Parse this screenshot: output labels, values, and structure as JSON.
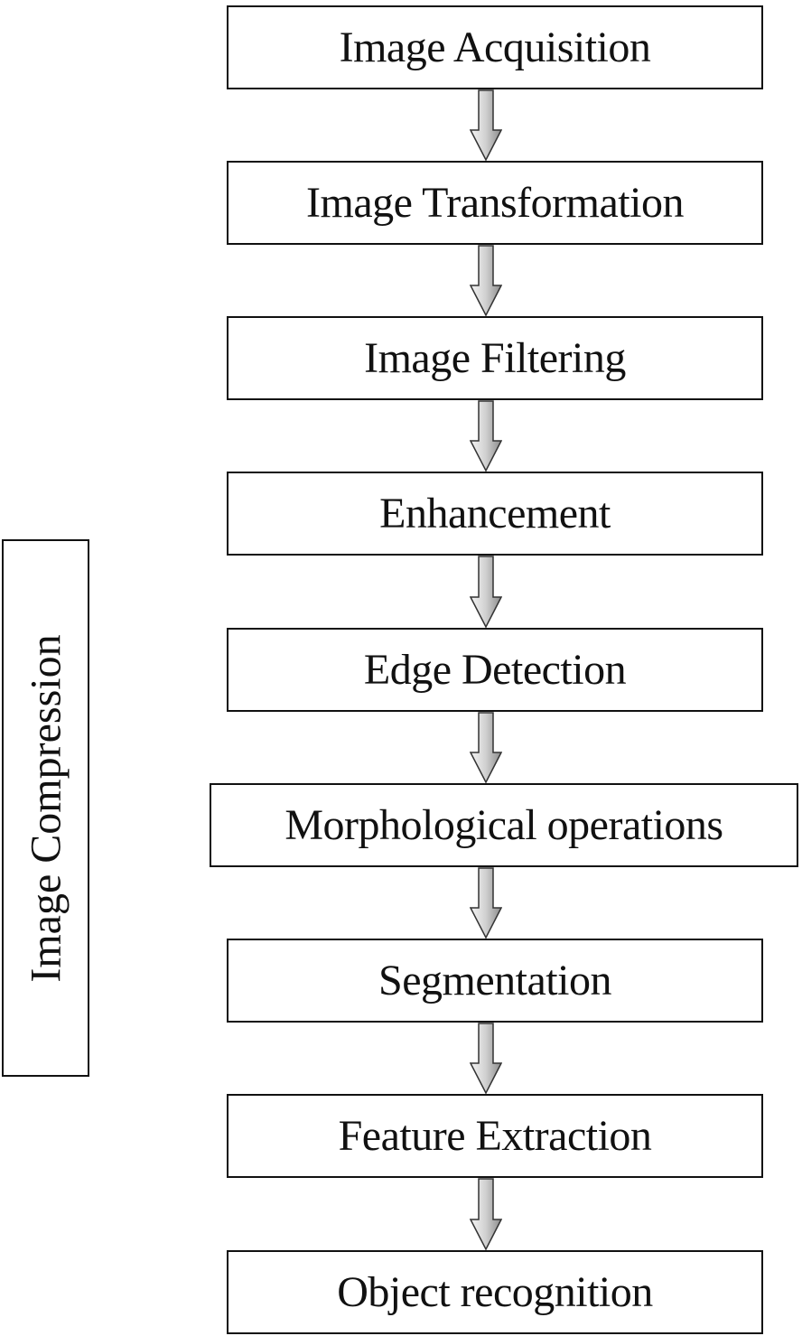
{
  "side_label": "Image Compression",
  "steps": [
    {
      "label": "Image Acquisition"
    },
    {
      "label": "Image Transformation"
    },
    {
      "label": "Image Filtering"
    },
    {
      "label": "Enhancement"
    },
    {
      "label": "Edge Detection"
    },
    {
      "label": "Morphological operations"
    },
    {
      "label": "Segmentation"
    },
    {
      "label": "Feature Extraction"
    },
    {
      "label": "Object recognition"
    }
  ],
  "colors": {
    "border": "#111111",
    "arrow_fill_light": "#f2f2f2",
    "arrow_fill_dark": "#8c8c8c"
  }
}
